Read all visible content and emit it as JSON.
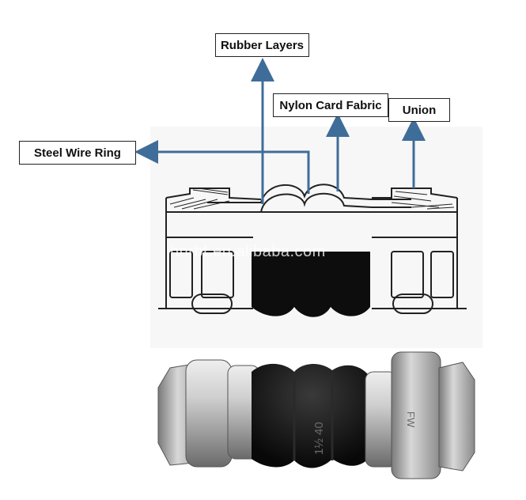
{
  "labels": {
    "rubber_layers": "Rubber Layers",
    "nylon_card_fabric": "Nylon Card Fabric",
    "union": "Union",
    "steel_wire_ring": "Steel Wire Ring"
  },
  "watermark": "hnrbt.en.alibaba.com",
  "photo_marking": "1½ 40",
  "colors": {
    "arrow": "#3f6d99",
    "outline": "#222222",
    "rubber": "#0d0d0d",
    "steel": "#b8b8b8"
  }
}
